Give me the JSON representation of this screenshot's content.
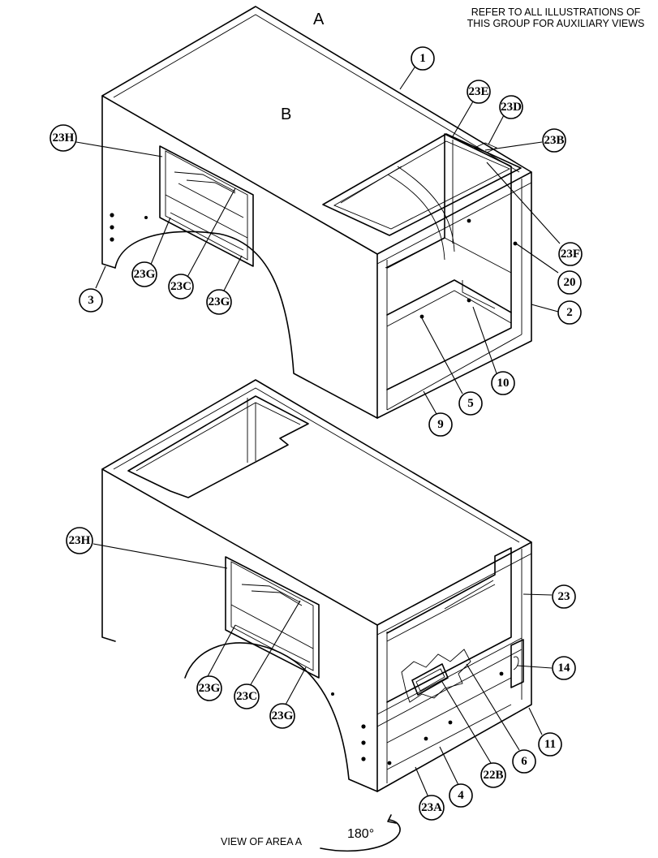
{
  "note": {
    "line1": "REFER TO ALL ILLUSTRATIONS OF",
    "line2": "THIS GROUP FOR AUXILIARY VIEWS"
  },
  "area_labels": {
    "a": "A",
    "b": "B"
  },
  "footer": {
    "view_label": "VIEW OF AREA  A",
    "rotation": "180°"
  },
  "callouts": [
    "1",
    "23E",
    "23D",
    "23B",
    "23H",
    "23F",
    "20",
    "2",
    "3",
    "23G",
    "23C",
    "23G",
    "10",
    "5",
    "9",
    "23H",
    "23",
    "14",
    "23G",
    "23C",
    "23G",
    "11",
    "6",
    "22B",
    "4",
    "23A"
  ]
}
